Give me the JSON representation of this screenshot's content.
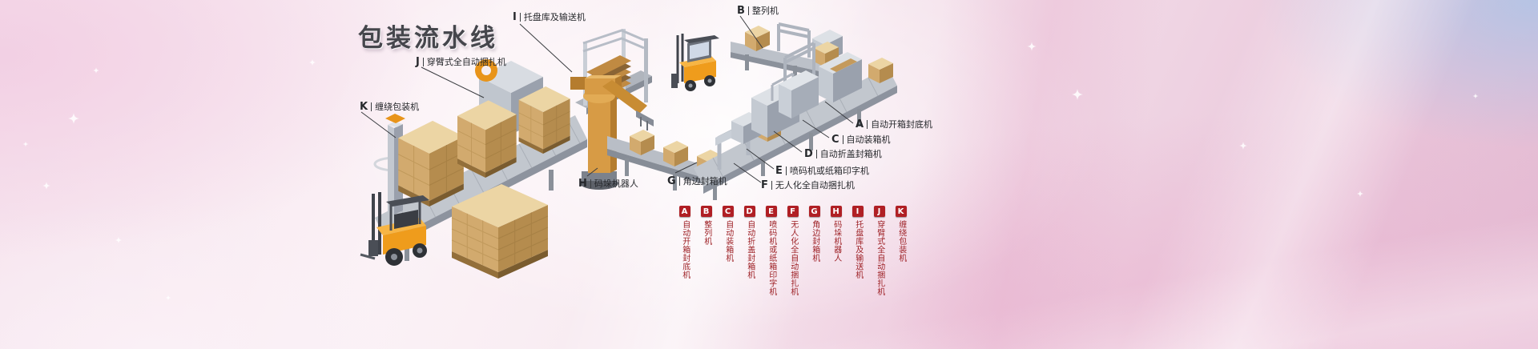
{
  "banner": {
    "heading": "包装流水线",
    "colors": {
      "heading_text": "#45464c",
      "legend_badge": "#b01f24",
      "legend_text": "#9e2126",
      "background_pink": "#e8c2d8",
      "background_blue": "#b0c4e6",
      "cardboard": "#c9a566",
      "forklift_orange": "#ef9c1c",
      "robot_tan": "#d79b45",
      "machine_gray": "#9aa1ad"
    }
  },
  "machines": [
    {
      "letter": "A",
      "label": "自动开箱封底机"
    },
    {
      "letter": "B",
      "label": "整列机"
    },
    {
      "letter": "C",
      "label": "自动装箱机"
    },
    {
      "letter": "D",
      "label": "自动折盖封箱机"
    },
    {
      "letter": "E",
      "label": "喷码机或纸箱印字机"
    },
    {
      "letter": "F",
      "label": "无人化全自动捆扎机"
    },
    {
      "letter": "G",
      "label": "角边封箱机"
    },
    {
      "letter": "H",
      "label": "码垛机器人"
    },
    {
      "letter": "I",
      "label": "托盘库及输送机"
    },
    {
      "letter": "J",
      "label": "穿臂式全自动捆扎机"
    },
    {
      "letter": "K",
      "label": "缠绕包装机"
    }
  ]
}
